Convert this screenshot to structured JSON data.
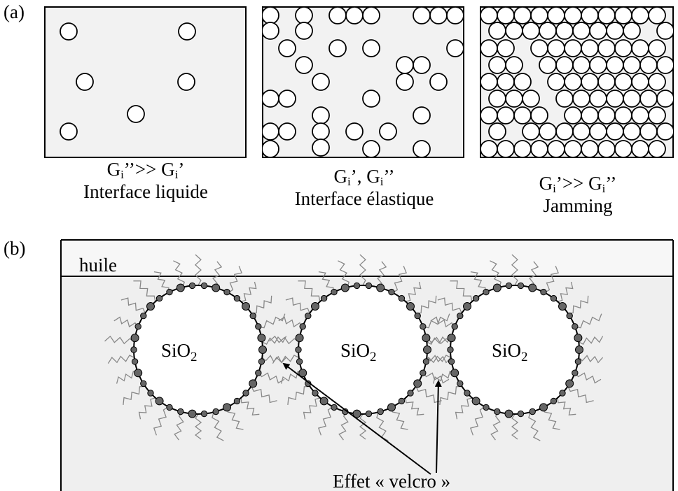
{
  "panel_a": {
    "label": "(a)",
    "panels": [
      {
        "caption_main": "G",
        "caption_sub1": "i",
        "caption_mid": "’’>> G",
        "caption_sub2": "i",
        "caption_end": "’",
        "caption_line2": "Interface liquide"
      },
      {
        "caption_main": "G",
        "caption_sub1": "i",
        "caption_mid": "’, G",
        "caption_sub2": "i",
        "caption_end": "’’",
        "caption_line2": "Interface élastique"
      },
      {
        "caption_main": "G",
        "caption_sub1": "i",
        "caption_mid": "’>> G",
        "caption_sub2": "i",
        "caption_end": "’’",
        "caption_line2": "Jamming"
      }
    ]
  },
  "panel_b": {
    "label": "(b)",
    "oil_label": "huile",
    "particle_label": "SiO",
    "particle_subscript": "2",
    "arrow_label": "Effet « velcro »"
  },
  "colors": {
    "box_fill": "#f2f2f2",
    "bead_fill": "#666666",
    "hair_color": "#888888"
  }
}
